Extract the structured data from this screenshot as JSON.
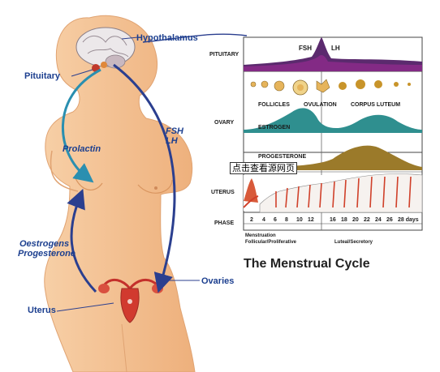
{
  "body_labels": {
    "hypothalamus": "Hypothalamus",
    "pituitary": "Pituitary",
    "fsh": "FSH",
    "lh": "LH",
    "prolactin": "Prolactin",
    "oestrogens": "Oestrogens",
    "progesterone": "Progesterone",
    "ovaries": "Ovaries",
    "uterus": "Uterus"
  },
  "chart": {
    "title": "The Menstrual Cycle",
    "rows": {
      "pituitary": "PITUITARY",
      "ovary": "OVARY",
      "uterus": "UTERUS",
      "phase": "PHASE"
    },
    "fsh_label": "FSH",
    "lh_label": "LH",
    "follicles": "FOLLICLES",
    "ovulation": "OVULATION",
    "corpus_luteum": "CORPUS LUTEUM",
    "estrogen": "ESTROGEN",
    "progesterone": "PROGESTERONE",
    "phase_ticks": [
      "2",
      "4",
      "6",
      "8",
      "10",
      "12",
      "16",
      "18",
      "20",
      "22",
      "24",
      "26",
      "28 days"
    ],
    "phase_line1": "Menstruation",
    "phase_line2": "Follicular/Proliferative",
    "phase_line3": "Luteal/Secretory"
  },
  "overlay": {
    "tooltip": "点击查看源网页"
  },
  "colors": {
    "label_blue": "#1c3f8f",
    "arrow_blue": "#2b3f8f",
    "fsh_lh": "#5b2a6e",
    "estrogen": "#2f8f8f",
    "progesterone": "#9b7a2a",
    "skin": "#f5c79c"
  }
}
